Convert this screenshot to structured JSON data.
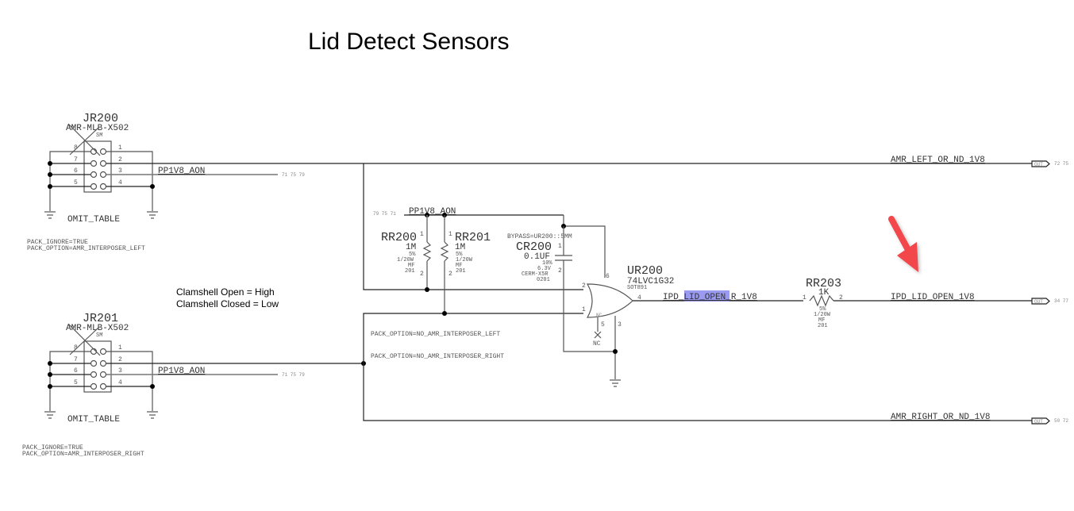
{
  "title": "Lid Detect Sensors",
  "notes": {
    "line1": "Clamshell Open   = High",
    "line2": "Clamshell Closed = Low"
  },
  "connectors": [
    {
      "ref": "JR200",
      "part": "AMR-MLB-X502",
      "footprint": "SM",
      "pins_left": [
        "8",
        "7",
        "6",
        "5"
      ],
      "pins_right": [
        "1",
        "2",
        "3",
        "4"
      ],
      "net": "PP1V8_AON",
      "net_xref": "71  75  79",
      "omit": "OMIT_TABLE",
      "prop1": "PACK_IGNORE=TRUE",
      "prop2": "PACK_OPTION=AMR_INTERPOSER_LEFT"
    },
    {
      "ref": "JR201",
      "part": "AMR-MLB-X502",
      "footprint": "SM",
      "pins_left": [
        "8",
        "7",
        "6",
        "5"
      ],
      "pins_right": [
        "1",
        "2",
        "3",
        "4"
      ],
      "net": "PP1V8_AON",
      "net_xref": "71  75  79",
      "omit": "OMIT_TABLE",
      "prop1": "PACK_IGNORE=TRUE",
      "prop2": "PACK_OPTION=AMR_INTERPOSER_RIGHT"
    }
  ],
  "power_net": {
    "name": "PP1V8_AON",
    "xref": "79  75  71"
  },
  "resistors": [
    {
      "ref": "RR200",
      "value": "1M",
      "tol": "5%",
      "power": "1/20W",
      "type": "MF",
      "size": "201",
      "pin1": "1",
      "pin2": "2"
    },
    {
      "ref": "RR201",
      "value": "1M",
      "tol": "5%",
      "power": "1/20W",
      "type": "MF",
      "size": "201",
      "pin1": "1",
      "pin2": "2"
    },
    {
      "ref": "RR203",
      "value": "1K",
      "tol": "5%",
      "power": "1/20W",
      "type": "MF",
      "size": "201",
      "pin1": "1",
      "pin2": "2"
    }
  ],
  "capacitor": {
    "bypass": "BYPASS=UR200::5MM",
    "ref": "CR200",
    "value": "0.1UF",
    "tol": "10%",
    "voltage": "6.3V",
    "dielectric": "CERM-X5R",
    "size": "0201",
    "pin1": "1",
    "pin2": "2"
  },
  "gate": {
    "ref": "UR200",
    "part": "74LVC1G32",
    "package": "SOT891",
    "pin_in_a": "2",
    "pin_in_b": "1",
    "pin_out": "4",
    "pin_vcc": "6",
    "pin_gnd": "3",
    "pin_nc": "5",
    "nc_small": "NC",
    "nc_label": "NC"
  },
  "pack_options": {
    "left": "PACK_OPTION=NO_AMR_INTERPOSER_LEFT",
    "right": "PACK_OPTION=NO_AMR_INTERPOSER_RIGHT"
  },
  "internal_net": {
    "prefix": "IPD_",
    "highlight": "LID_OPEN",
    "suffix": "_R_1V8",
    "highlight_color": "#9a9af0"
  },
  "outputs": [
    {
      "net": "AMR_LEFT_OR_ND_1V8",
      "port": "OUT",
      "xref": "72  75"
    },
    {
      "net": "IPD_LID_OPEN_1V8",
      "port": "OUT",
      "xref": "34  77"
    },
    {
      "net": "AMR_RIGHT_OR_ND_1V8",
      "port": "OUT",
      "xref": "50  72"
    }
  ],
  "annotation": {
    "type": "arrow",
    "color": "#f2464b"
  }
}
